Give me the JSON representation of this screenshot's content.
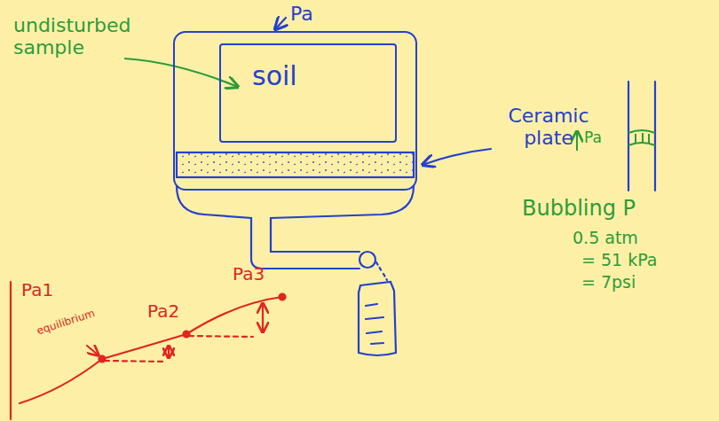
{
  "diagram": {
    "nodes": [
      {
        "text": [
          "Pa"
        ]
      },
      {
        "text": [
          "soil"
        ],
        "in": 0
      }
    ],
    "labels": [
      "undisturbed sample",
      "Ceramic plate",
      "Pa",
      "Bubbling P",
      "0.5 atm",
      "= 51 kPa",
      "= 7psi",
      "Pa1",
      "equilibrium",
      "Pa2",
      "Pa3"
    ]
  }
}
